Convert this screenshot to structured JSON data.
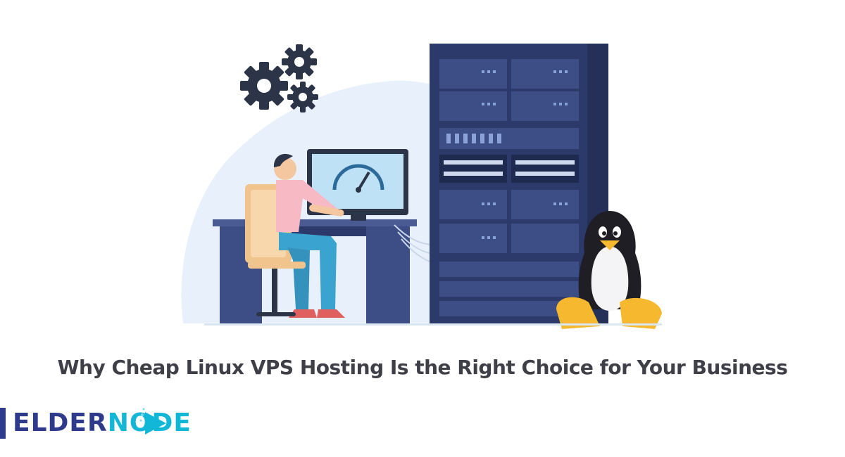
{
  "headline": "Why Cheap Linux VPS Hosting Is the Right Choice for Your Business",
  "brand": {
    "part1": "ELDER",
    "part2": "NODE",
    "color_primary": "#2e3a8c",
    "color_accent": "#12b6d6"
  },
  "icons": [
    "gears-icon",
    "person-at-desk-illustration",
    "monitor-gauge-icon",
    "server-rack-illustration",
    "linux-penguin-icon",
    "play-arrow-logo-icon"
  ],
  "colors": {
    "navy": "#2c3a6b",
    "rack_panel": "#3d4e86",
    "light_blue_bg": "#e8f1fb",
    "penguin_yellow": "#f5b82e",
    "chair_orange": "#f2c48d",
    "pants_blue": "#3ba3d0"
  }
}
